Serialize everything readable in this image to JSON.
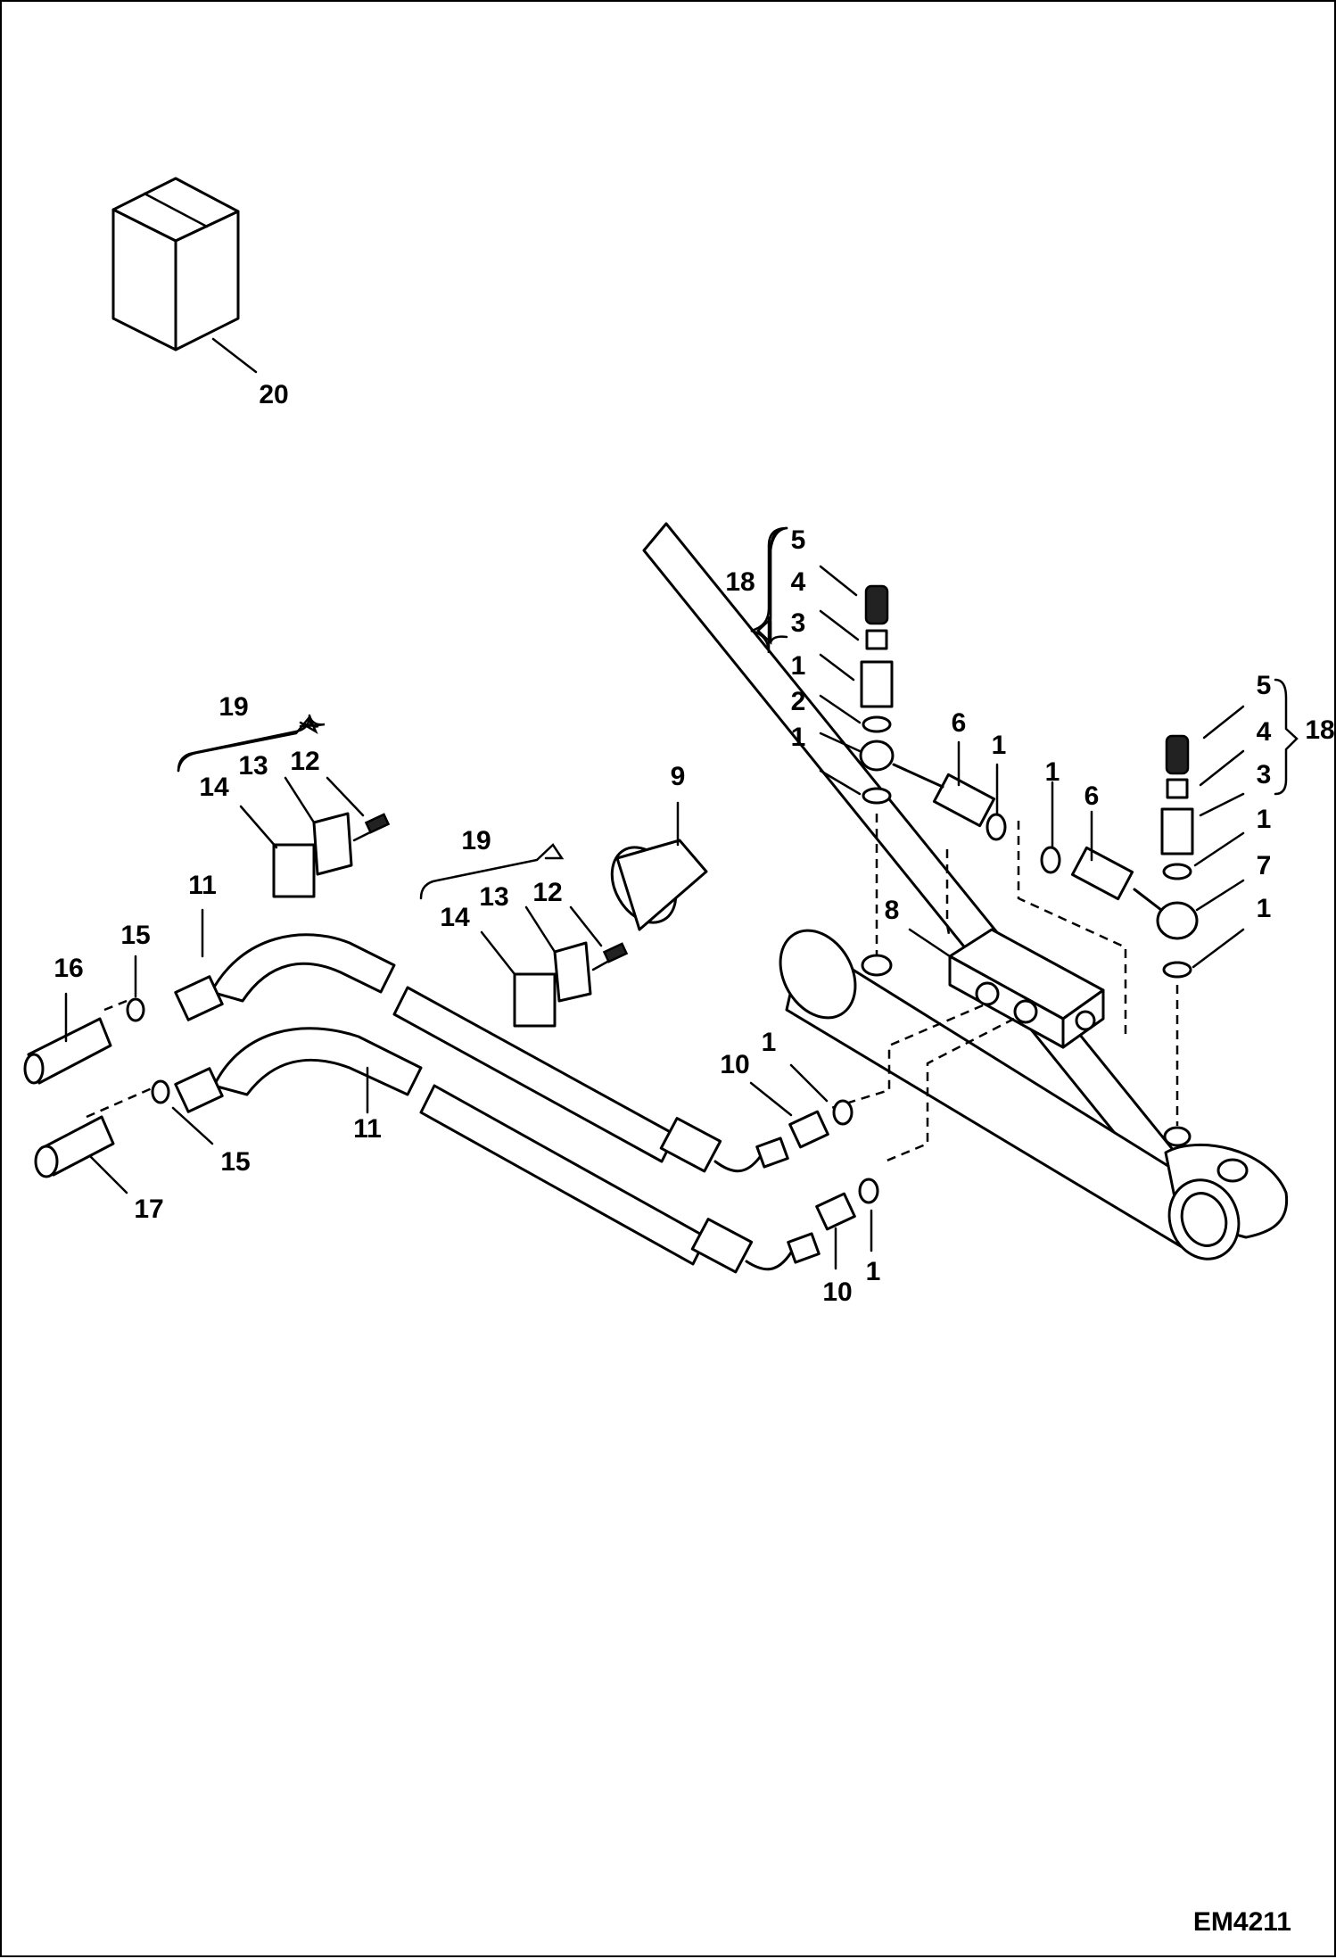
{
  "figure_code": "EM4211",
  "callouts": {
    "c20": "20",
    "c18a": "18",
    "c5a": "5",
    "c4a": "4",
    "c3a": "3",
    "c1a": "1",
    "c2": "2",
    "c1b": "1",
    "c6a": "6",
    "c1c": "1",
    "c1d": "1",
    "c6b": "6",
    "c5b": "5",
    "c4b": "4",
    "c3b": "3",
    "c18b": "18",
    "c1e": "1",
    "c7": "7",
    "c1f": "1",
    "c9": "9",
    "c8": "8",
    "c19a": "19",
    "c13a": "13",
    "c12a": "12",
    "c14a": "14",
    "c19b": "19",
    "c13b": "13",
    "c12b": "12",
    "c14b": "14",
    "c11a": "11",
    "c15a": "15",
    "c16": "16",
    "c11b": "11",
    "c15b": "15",
    "c17": "17",
    "c10a": "10",
    "c1g": "1",
    "c10b": "10",
    "c1h": "1"
  }
}
